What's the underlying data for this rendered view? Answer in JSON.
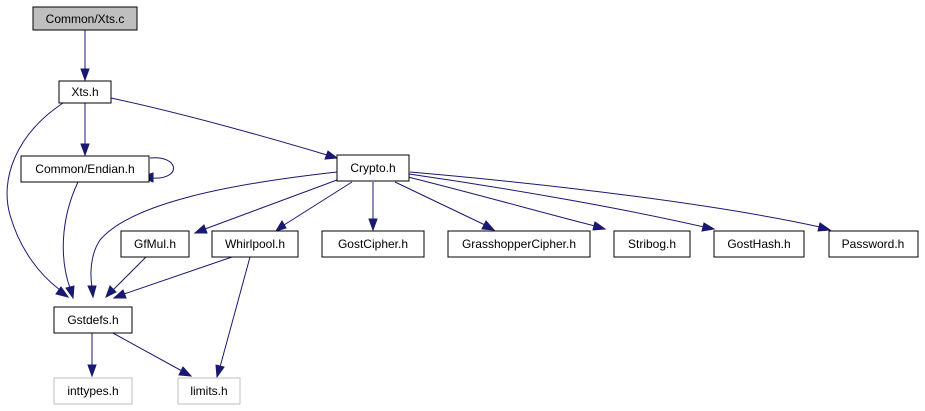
{
  "colors": {
    "edge": "#191970",
    "root_fill": "#bfbfbf",
    "external_border": "#bfbfbf",
    "border": "#000000"
  },
  "nodes": {
    "xts_c": {
      "label": "Common/Xts.c",
      "kind": "root"
    },
    "xts_h": {
      "label": "Xts.h",
      "kind": "normal"
    },
    "endian_h": {
      "label": "Common/Endian.h",
      "kind": "normal"
    },
    "crypto_h": {
      "label": "Crypto.h",
      "kind": "normal"
    },
    "gfmul_h": {
      "label": "GfMul.h",
      "kind": "normal"
    },
    "whirlpool_h": {
      "label": "Whirlpool.h",
      "kind": "normal"
    },
    "gostcipher_h": {
      "label": "GostCipher.h",
      "kind": "normal"
    },
    "grasshopper_h": {
      "label": "GrasshopperCipher.h",
      "kind": "normal"
    },
    "stribog_h": {
      "label": "Stribog.h",
      "kind": "normal"
    },
    "gosthash_h": {
      "label": "GostHash.h",
      "kind": "normal"
    },
    "password_h": {
      "label": "Password.h",
      "kind": "normal"
    },
    "gstdefs_h": {
      "label": "Gstdefs.h",
      "kind": "normal"
    },
    "inttypes_h": {
      "label": "inttypes.h",
      "kind": "external"
    },
    "limits_h": {
      "label": "limits.h",
      "kind": "external"
    }
  },
  "edges": [
    [
      "xts_c",
      "xts_h"
    ],
    [
      "xts_h",
      "endian_h"
    ],
    [
      "xts_h",
      "crypto_h"
    ],
    [
      "xts_h",
      "gstdefs_h"
    ],
    [
      "endian_h",
      "endian_h"
    ],
    [
      "endian_h",
      "gstdefs_h"
    ],
    [
      "crypto_h",
      "gfmul_h"
    ],
    [
      "crypto_h",
      "whirlpool_h"
    ],
    [
      "crypto_h",
      "gostcipher_h"
    ],
    [
      "crypto_h",
      "grasshopper_h"
    ],
    [
      "crypto_h",
      "stribog_h"
    ],
    [
      "crypto_h",
      "gosthash_h"
    ],
    [
      "crypto_h",
      "password_h"
    ],
    [
      "crypto_h",
      "gstdefs_h"
    ],
    [
      "gfmul_h",
      "gstdefs_h"
    ],
    [
      "whirlpool_h",
      "gstdefs_h"
    ],
    [
      "whirlpool_h",
      "limits_h"
    ],
    [
      "gstdefs_h",
      "inttypes_h"
    ],
    [
      "gstdefs_h",
      "limits_h"
    ]
  ]
}
